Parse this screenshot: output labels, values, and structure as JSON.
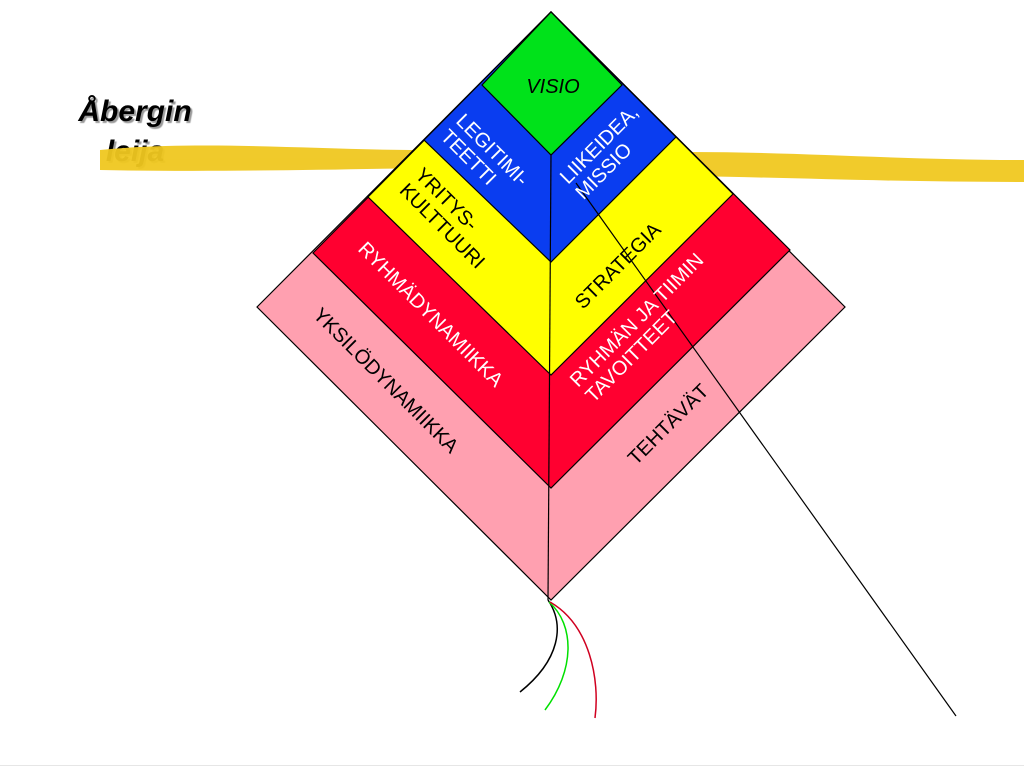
{
  "title": [
    "Åbergin",
    "leija"
  ],
  "kite": {
    "top": "VISIO",
    "left": [
      "LEGITIMI-|TEETTI",
      "YRITYS-|KULTTUURI",
      "RYHMÄDYNAMIIKKA",
      "YKSILÖDYNAMIIKKA"
    ],
    "right": [
      "LIIKEIDEA,|MISSIO",
      "STRATEGIA",
      "RYHMÄN JA TIIMIN|TAVOITTEET",
      "TEHTÄVÄT"
    ]
  },
  "colors": {
    "visio": "#00e21a",
    "ring1": "#0a3df0",
    "ring2": "#ffff00",
    "ring3": "#ff0030",
    "ring4": "#ffa0b0",
    "brush": "#f0c820",
    "tail": [
      "#000000",
      "#00e000",
      "#d00020"
    ]
  }
}
